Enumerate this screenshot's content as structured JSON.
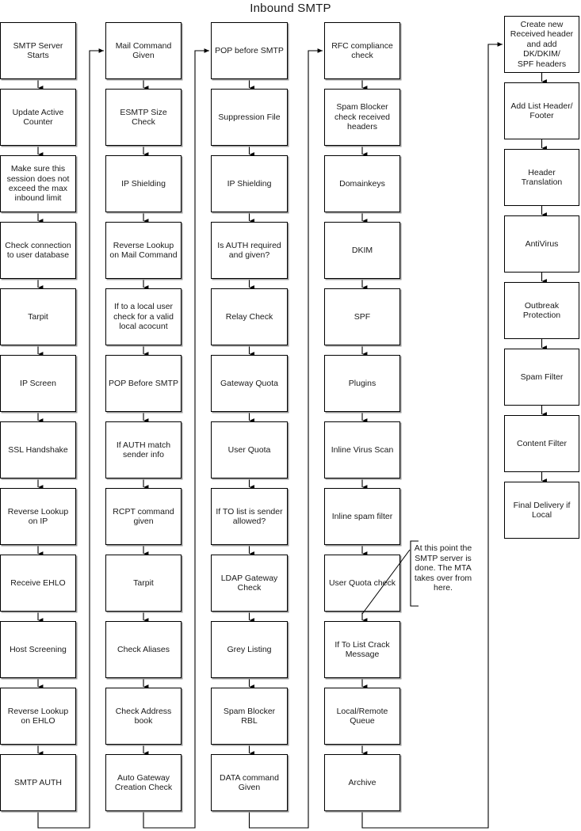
{
  "diagram": {
    "title": "Inbound SMTP",
    "type": "flowchart",
    "orientation": "column-major, left-to-right snake",
    "columns": [
      {
        "id": "column-1",
        "nodes": [
          "SMTP Server\nStarts",
          "Update Active\nCounter",
          "Make sure this\nsession does not\nexceed the max\ninbound limit",
          "Check connection\nto user database",
          "Tarpit",
          "IP Screen",
          "SSL Handshake",
          "Reverse Lookup\non IP",
          "Receive EHLO",
          "Host Screening",
          "Reverse Lookup\non EHLO",
          "SMTP AUTH"
        ]
      },
      {
        "id": "column-2",
        "nodes": [
          "Mail Command\nGiven",
          "ESMTP Size\nCheck",
          "IP Shielding",
          "Reverse Lookup\non Mail Command",
          "If to a local user\ncheck for a valid\nlocal acocunt",
          "POP Before SMTP",
          "If AUTH match\nsender info",
          "RCPT command\ngiven",
          "Tarpit",
          "Check Aliases",
          "Check Address\nbook",
          "Auto Gateway\nCreation Check"
        ]
      },
      {
        "id": "column-3",
        "nodes": [
          "POP before SMTP",
          "Suppression File",
          "IP Shielding",
          "Is AUTH required\nand given?",
          "Relay Check",
          "Gateway Quota",
          "User Quota",
          "If TO list is sender\nallowed?",
          "LDAP Gateway\nCheck",
          "Grey Listing",
          "Spam Blocker\nRBL",
          "DATA command\nGiven"
        ]
      },
      {
        "id": "column-4",
        "nodes": [
          "RFC compliance\ncheck",
          "Spam Blocker\ncheck received\nheaders",
          "Domainkeys",
          "DKIM",
          "SPF",
          "Plugins",
          "Inline Virus Scan",
          "Inline spam filter",
          "User Quota check",
          "If To List Crack\nMessage",
          "Local/Remote\nQueue",
          "Archive"
        ]
      },
      {
        "id": "column-5",
        "nodes": [
          "Create new\nReceived header\nand add DK/DKIM/\nSPF headers",
          "Add List Header/\nFooter",
          "Header\nTranslation",
          "AntiVirus",
          "Outbreak\nProtection",
          "Spam Filter",
          "Content Filter",
          "Final Delivery if\nLocal"
        ]
      }
    ],
    "annotations": [
      {
        "id": "mta-handoff-note",
        "text": "At this point the\nSMTP server is\ndone.  The MTA\ntakes over from\nhere.",
        "anchor_node": "User Quota check"
      }
    ],
    "colors": {
      "stroke": "#000000",
      "fill": "#ffffff",
      "text": "#1a1a1a",
      "shadow": "#9a9a9a"
    }
  }
}
